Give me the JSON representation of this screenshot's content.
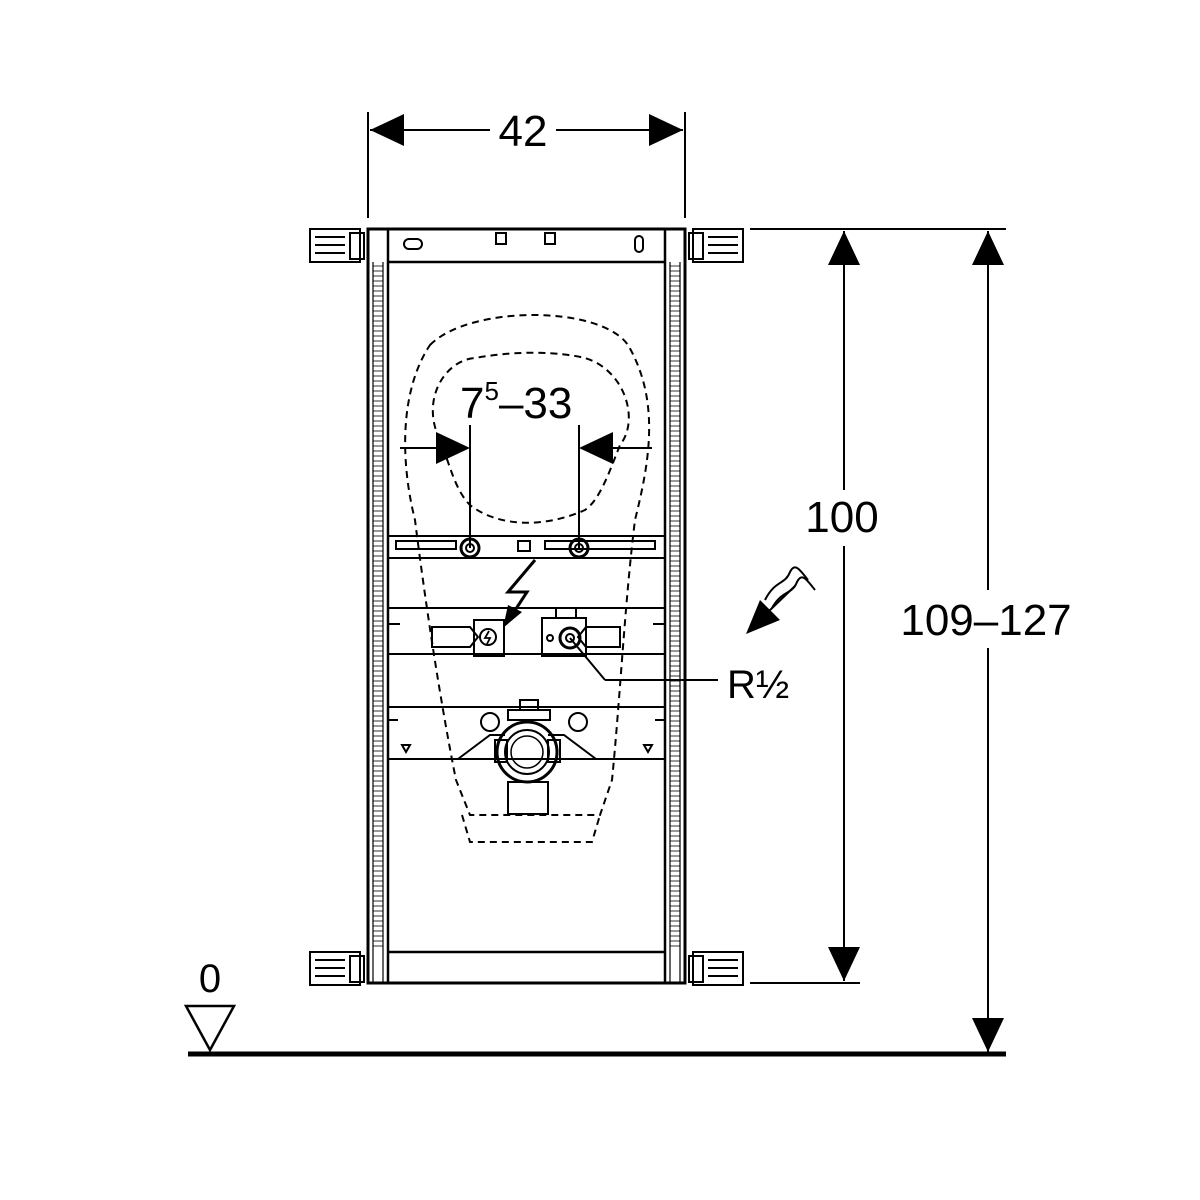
{
  "dimensions": {
    "width_label": "42",
    "opening_range_base": "7",
    "opening_range_sup": "5",
    "opening_range_rest": "–33",
    "frame_height_label": "100",
    "total_height_label": "109–127",
    "pipe_thread_label": "R½",
    "floor_level_label": "0"
  },
  "colors": {
    "line": "#000000",
    "background": "#ffffff"
  },
  "icons": [
    "electrical-connection-icon",
    "water-supply-icon",
    "floor-level-marker-icon"
  ]
}
